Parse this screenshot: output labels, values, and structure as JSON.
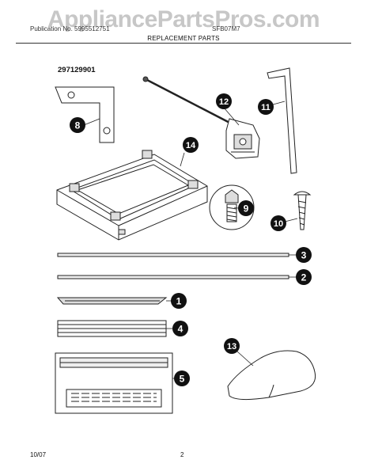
{
  "watermark": "AppliancePartsPros.com",
  "header": {
    "left_text": "Publication No. 5995512751",
    "right_text": "SFB07M7",
    "section_title": "REPLACEMENT PARTS"
  },
  "part_number": "297129901",
  "callouts": [
    {
      "id": "callout-8",
      "label": "8"
    },
    {
      "id": "callout-12",
      "label": "12"
    },
    {
      "id": "callout-11",
      "label": "11"
    },
    {
      "id": "callout-14",
      "label": "14"
    },
    {
      "id": "callout-9",
      "label": "9"
    },
    {
      "id": "callout-10",
      "label": "10"
    },
    {
      "id": "callout-3",
      "label": "3"
    },
    {
      "id": "callout-2",
      "label": "2"
    },
    {
      "id": "callout-1",
      "label": "1"
    },
    {
      "id": "callout-4",
      "label": "4"
    },
    {
      "id": "callout-13",
      "label": "13"
    },
    {
      "id": "callout-5",
      "label": "5"
    }
  ],
  "footer": {
    "date": "10/07",
    "page": "2"
  }
}
